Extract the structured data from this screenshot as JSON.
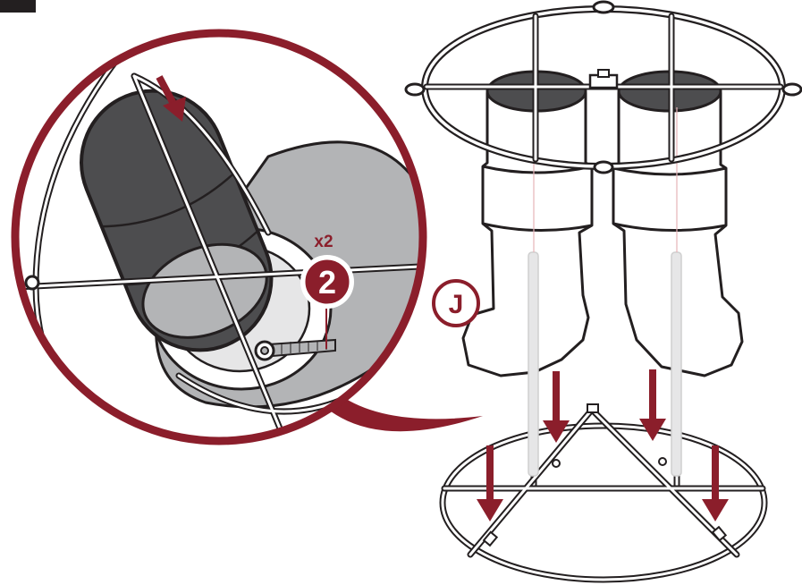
{
  "diagram": {
    "step_number": "2",
    "quantity": "x2",
    "part_label": "J"
  },
  "colors": {
    "accent": "#8b1e2b",
    "outline": "#231f20",
    "dark_fill": "#4d4d4f",
    "mid_fill": "#b3b4b6",
    "light_fill": "#e6e6e7",
    "rod": "#cfcfcf"
  }
}
